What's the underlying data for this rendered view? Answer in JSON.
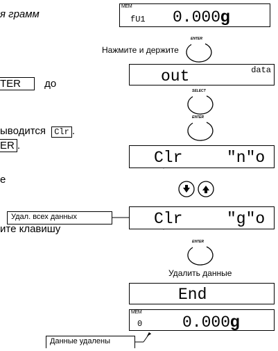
{
  "left_text": {
    "line1": "я грамм",
    "line2_key": "TER",
    "line2_tail": "до",
    "line3_head": "ыводится",
    "line3_key": "Clr",
    "line3_tail": ".",
    "line4_key": "ER",
    "line4_tail": ".",
    "line5": "е",
    "line6": "ите клавишу"
  },
  "lcd1": {
    "mem": "MEM",
    "mode": "fU1",
    "value": "0.000",
    "unit": "g"
  },
  "instruction_hold": "Нажмите и держите",
  "lcd2": {
    "text": "out",
    "suffix": "data"
  },
  "lcd3": {
    "left": "Clr",
    "right": "\"n\"o"
  },
  "lcd4": {
    "left": "Clr",
    "right": "\"g\"o"
  },
  "lcd5": {
    "text": "End"
  },
  "lcd6": {
    "mem": "MEM",
    "mode": "0",
    "value": "0.000",
    "unit": "g"
  },
  "instruction_delete": "Удалить данные",
  "callout_delete_all": "Удал. всех данных",
  "callout_deleted": "Данные удалены",
  "buttons": {
    "enter": "ENTER",
    "select": "SELECT"
  }
}
